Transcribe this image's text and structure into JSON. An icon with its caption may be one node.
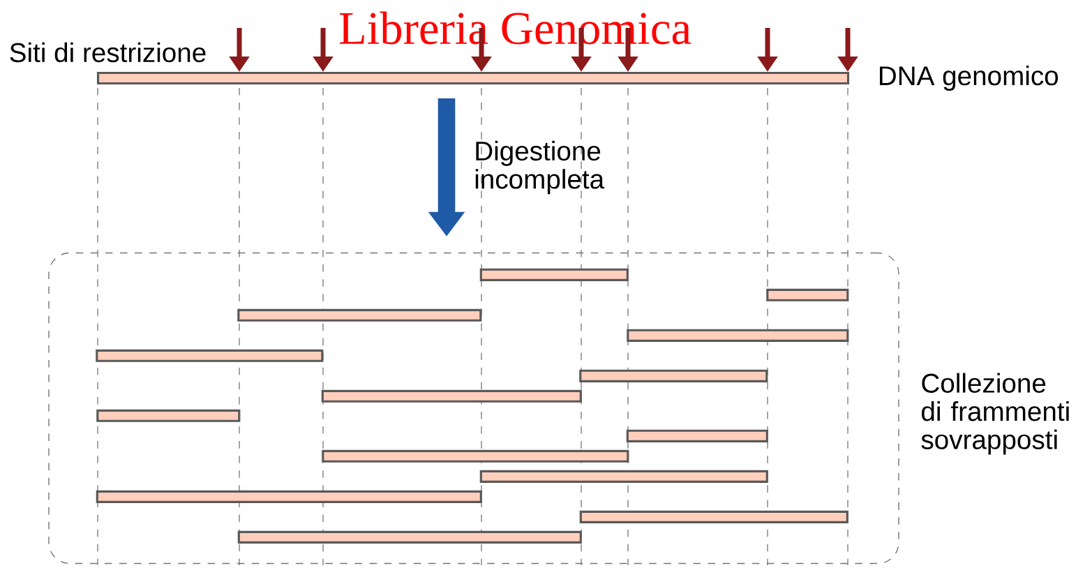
{
  "diagram": {
    "title": "Libreria Genomica",
    "nodes": [
      {
        "text": [
          "DNA genomico"
        ]
      },
      {
        "text": [
          "Collezione di frammenti sovrapposti"
        ]
      },
      {
        "text": [],
        "shape": "bar",
        "in": 1
      },
      {
        "text": [],
        "shape": "bar",
        "in": 1
      },
      {
        "text": [],
        "shape": "bar",
        "in": 1
      },
      {
        "text": [],
        "shape": "bar",
        "in": 1
      },
      {
        "text": [],
        "shape": "bar",
        "in": 1
      },
      {
        "text": [],
        "shape": "bar",
        "in": 1
      },
      {
        "text": [],
        "shape": "bar",
        "in": 1
      },
      {
        "text": [],
        "shape": "bar",
        "in": 1
      },
      {
        "text": [],
        "shape": "bar",
        "in": 1
      },
      {
        "text": [],
        "shape": "bar",
        "in": 1
      },
      {
        "text": [],
        "shape": "bar",
        "in": 1
      },
      {
        "text": [],
        "shape": "bar",
        "in": 1
      },
      {
        "text": [],
        "shape": "bar",
        "in": 1
      },
      {
        "text": [],
        "shape": "bar",
        "in": 1
      }
    ],
    "edges": [
      {
        "from": 0,
        "to": 1,
        "arrow": "to",
        "label": "Digestione incompleta",
        "style": "thick",
        "color": "#1f5aa6"
      },
      {
        "from": null,
        "to": 0,
        "arrow": "to"
      },
      {
        "from": null,
        "to": 0,
        "arrow": "to"
      },
      {
        "from": null,
        "to": 0,
        "arrow": "to"
      },
      {
        "from": null,
        "to": 0,
        "arrow": "to"
      },
      {
        "from": null,
        "to": 0,
        "arrow": "to"
      },
      {
        "from": null,
        "to": 0,
        "arrow": "to"
      },
      {
        "from": null,
        "to": 0,
        "arrow": "to"
      }
    ],
    "labels": [
      "Siti di restrizione"
    ]
  }
}
